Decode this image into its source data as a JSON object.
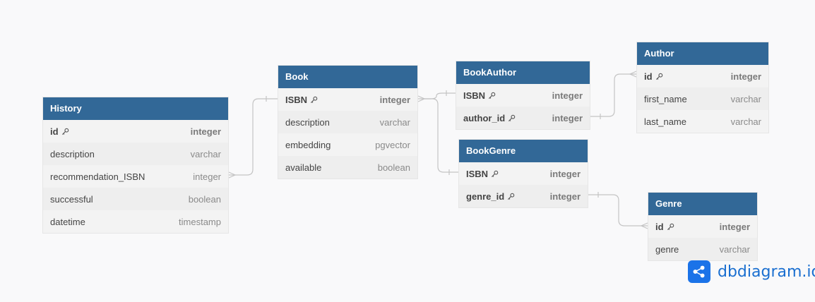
{
  "tables": {
    "history": {
      "name": "History",
      "columns": [
        {
          "name": "id",
          "type": "integer",
          "key": true
        },
        {
          "name": "description",
          "type": "varchar"
        },
        {
          "name": "recommendation_ISBN",
          "type": "integer"
        },
        {
          "name": "successful",
          "type": "boolean"
        },
        {
          "name": "datetime",
          "type": "timestamp"
        }
      ]
    },
    "book": {
      "name": "Book",
      "columns": [
        {
          "name": "ISBN",
          "type": "integer",
          "key": true
        },
        {
          "name": "description",
          "type": "varchar"
        },
        {
          "name": "embedding",
          "type": "pgvector"
        },
        {
          "name": "available",
          "type": "boolean"
        }
      ]
    },
    "bookauthor": {
      "name": "BookAuthor",
      "columns": [
        {
          "name": "ISBN",
          "type": "integer",
          "key": true
        },
        {
          "name": "author_id",
          "type": "integer",
          "key": true
        }
      ]
    },
    "bookgenre": {
      "name": "BookGenre",
      "columns": [
        {
          "name": "ISBN",
          "type": "integer",
          "key": true
        },
        {
          "name": "genre_id",
          "type": "integer",
          "key": true
        }
      ]
    },
    "author": {
      "name": "Author",
      "columns": [
        {
          "name": "id",
          "type": "integer",
          "key": true
        },
        {
          "name": "first_name",
          "type": "varchar"
        },
        {
          "name": "last_name",
          "type": "varchar"
        }
      ]
    },
    "genre": {
      "name": "Genre",
      "columns": [
        {
          "name": "id",
          "type": "integer",
          "key": true
        },
        {
          "name": "genre",
          "type": "varchar"
        }
      ]
    }
  },
  "relationships": [
    {
      "from": "History.recommendation_ISBN",
      "to": "Book.ISBN"
    },
    {
      "from": "Book.ISBN",
      "to": "BookAuthor.ISBN"
    },
    {
      "from": "Book.ISBN",
      "to": "BookGenre.ISBN"
    },
    {
      "from": "BookAuthor.author_id",
      "to": "Author.id"
    },
    {
      "from": "BookGenre.genre_id",
      "to": "Genre.id"
    }
  ],
  "brand": {
    "text": "dbdiagram.io"
  },
  "colors": {
    "header": "#326897",
    "connector": "#c4c4c4",
    "brand": "#1b73e8"
  }
}
